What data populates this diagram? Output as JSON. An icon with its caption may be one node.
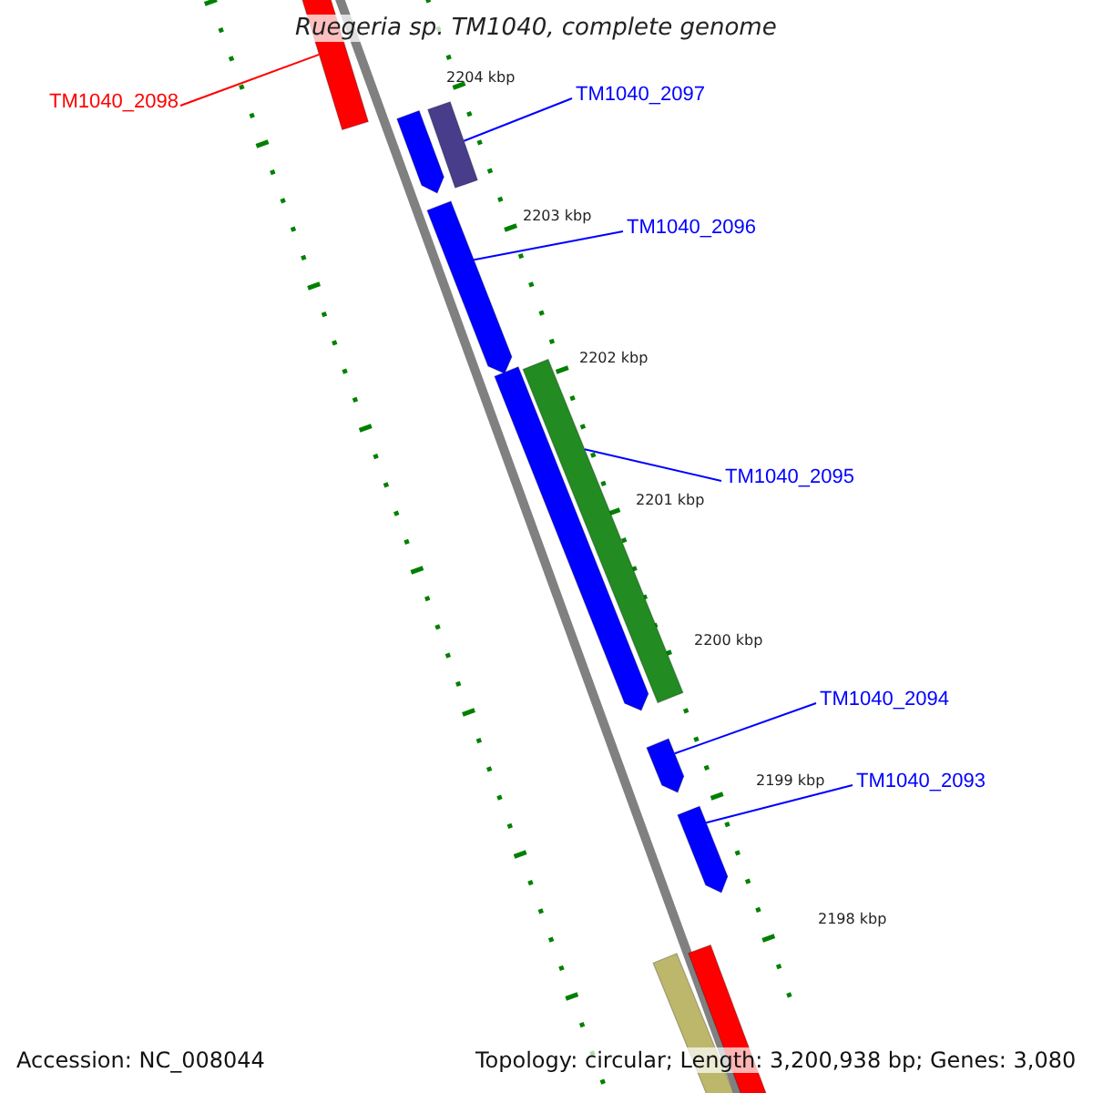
{
  "diagram": {
    "title": "Ruegeria sp. TM1040, complete genome",
    "nodes": [
      {
        "text": [
          "TM1040_2098"
        ]
      },
      {
        "text": [],
        "shape": "bar"
      },
      {
        "text": [
          "TM1040_2097"
        ]
      },
      {
        "text": [],
        "shape": "bar"
      },
      {
        "text": [],
        "shape": "bar"
      },
      {
        "text": [
          "TM1040_2096"
        ]
      },
      {
        "text": [],
        "shape": "bar"
      },
      {
        "text": [],
        "shape": "bar"
      },
      {
        "text": [],
        "shape": "bar"
      },
      {
        "text": [
          "TM1040_2095"
        ]
      },
      {
        "text": [
          "TM1040_2094"
        ]
      },
      {
        "text": [],
        "shape": "bar"
      },
      {
        "text": [
          "TM1040_2093"
        ]
      },
      {
        "text": [],
        "shape": "bar"
      },
      {
        "text": [],
        "shape": "bar"
      },
      {
        "text": [],
        "shape": "bar"
      }
    ],
    "edges": [
      {
        "from": 0,
        "to": 1,
        "arrow": "none",
        "color": "#ff0000"
      },
      {
        "from": 2,
        "to": 4,
        "arrow": "none"
      },
      {
        "from": 5,
        "to": 6,
        "arrow": "none"
      },
      {
        "from": 9,
        "to": 8,
        "arrow": "none"
      },
      {
        "from": 10,
        "to": 11,
        "arrow": "none"
      },
      {
        "from": 12,
        "to": 13,
        "arrow": "none"
      }
    ],
    "labels": [
      "2204 kbp",
      "2203 kbp",
      "2202 kbp",
      "2201 kbp",
      "2200 kbp",
      "2199 kbp",
      "2198 kbp",
      "Accession: NC_008044",
      "Topology: circular; Length: 3,200,938 bp; Genes: 3,080"
    ]
  }
}
